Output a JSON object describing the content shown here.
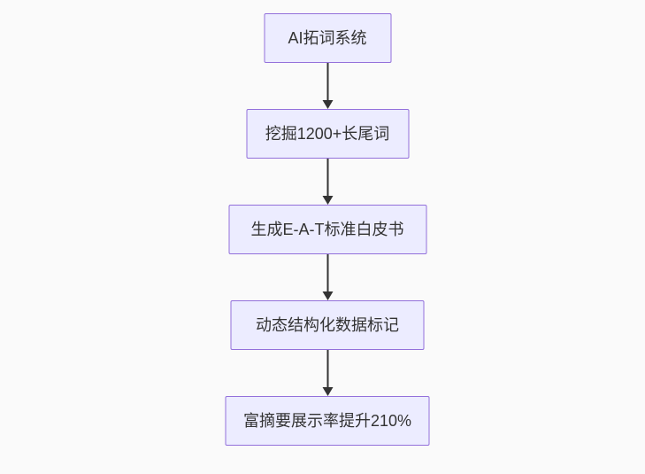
{
  "flowchart": {
    "type": "flowchart",
    "direction": "top-down",
    "nodes": [
      {
        "id": "1",
        "label": "AI拓词系统"
      },
      {
        "id": "2",
        "label": "挖掘1200+长尾词"
      },
      {
        "id": "3",
        "label": "生成E-A-T标准白皮书"
      },
      {
        "id": "4",
        "label": "动态结构化数据标记"
      },
      {
        "id": "5",
        "label": "富摘要展示率提升210%"
      }
    ],
    "edges": [
      {
        "from": "1",
        "to": "2",
        "style": "arrow-down"
      },
      {
        "from": "2",
        "to": "3",
        "style": "arrow-down"
      },
      {
        "from": "3",
        "to": "4",
        "style": "arrow-down"
      },
      {
        "from": "4",
        "to": "5",
        "style": "arrow-down"
      }
    ]
  },
  "colors": {
    "background": "#fafafa",
    "node_fill": "#ececff",
    "node_border": "#9370db",
    "node_text": "#333333",
    "arrow": "#333333"
  }
}
